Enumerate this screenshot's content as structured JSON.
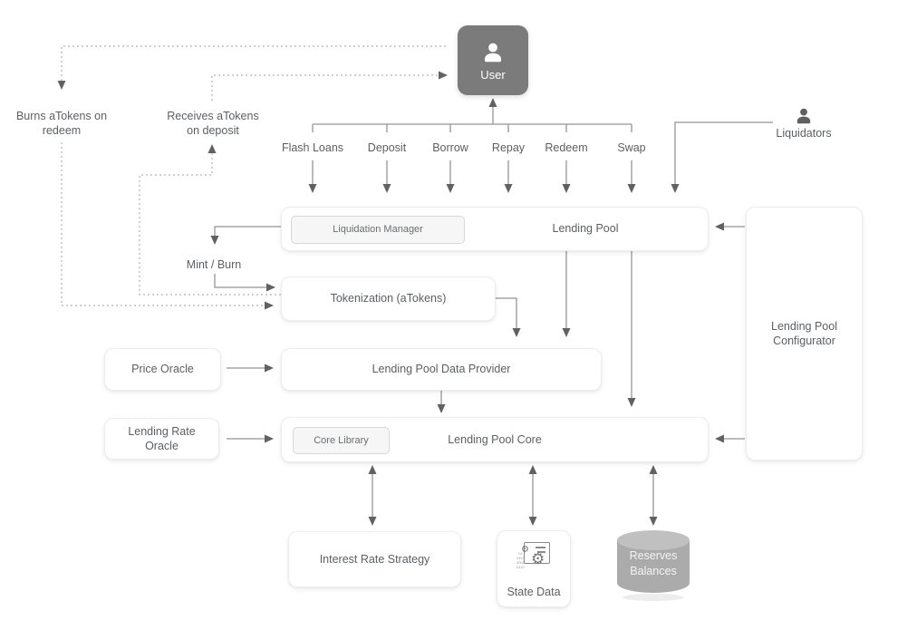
{
  "nodes": {
    "user": {
      "label": "User"
    },
    "liquidators": {
      "label": "Liquidators"
    },
    "lending_pool": {
      "label": "Lending Pool",
      "sub": "Liquidation Manager"
    },
    "configurator": {
      "label": "Lending Pool Configurator"
    },
    "tokenization": {
      "label": "Tokenization (aTokens)"
    },
    "price_oracle": {
      "label": "Price Oracle"
    },
    "data_provider": {
      "label": "Lending Pool Data Provider"
    },
    "lending_rate_oracle": {
      "label": "Lending Rate Oracle"
    },
    "core": {
      "label": "Lending Pool Core",
      "sub": "Core Library"
    },
    "interest_rate_strategy": {
      "label": "Interest Rate Strategy"
    },
    "state_data": {
      "label": "State Data",
      "binary": [
        "01",
        "0110",
        "0001",
        "0110"
      ]
    },
    "reserves": {
      "label": "Reserves Balances"
    }
  },
  "labels": {
    "actions": [
      "Flash Loans",
      "Deposit",
      "Borrow",
      "Repay",
      "Redeem",
      "Swap"
    ],
    "burns": "Burns aTokens on redeem",
    "receives": "Receives aTokens on deposit",
    "mint_burn": "Mint / Burn"
  },
  "colors": {
    "user_box": "#7b7b7b",
    "box_background": "#ffffff",
    "subbox_background": "#f6f6f6",
    "solid_line": "#949494",
    "dashed_line": "#b3b3b3",
    "arrowhead": "#616161",
    "text": "#5c5f62",
    "cylinder_body": "#ababab",
    "cylinder_top": "#c0c0c0"
  }
}
